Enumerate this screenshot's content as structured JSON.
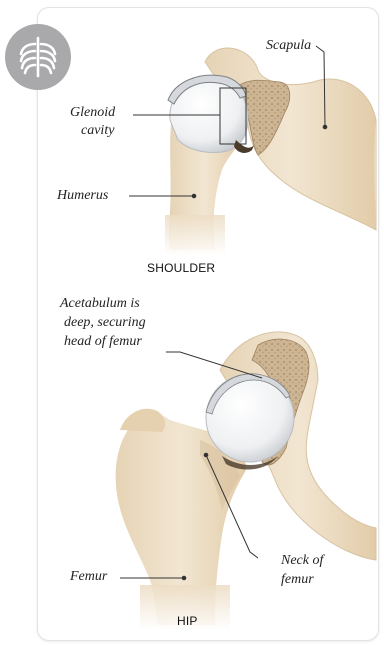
{
  "icon": {
    "name": "ribcage-icon",
    "bg_color": "#a9a9ab"
  },
  "shoulder": {
    "caption": "SHOULDER",
    "labels": {
      "scapula": "Scapula",
      "glenoid_line1": "Glenoid",
      "glenoid_line2": "cavity",
      "humerus": "Humerus"
    }
  },
  "hip": {
    "caption": "HIP",
    "labels": {
      "acetabulum_line1": "Acetabulum is",
      "acetabulum_line2": "deep, securing",
      "acetabulum_line3": "head of femur",
      "neck_line1": "Neck of",
      "neck_line2": "femur",
      "femur": "Femur"
    }
  },
  "colors": {
    "bone": "#ecdcc3",
    "bone_shade": "#d9c2a0",
    "cartilage": "#f1f3f5",
    "socket_bone": "#c9b08d",
    "cartilage_highlight": "#d9532b"
  }
}
